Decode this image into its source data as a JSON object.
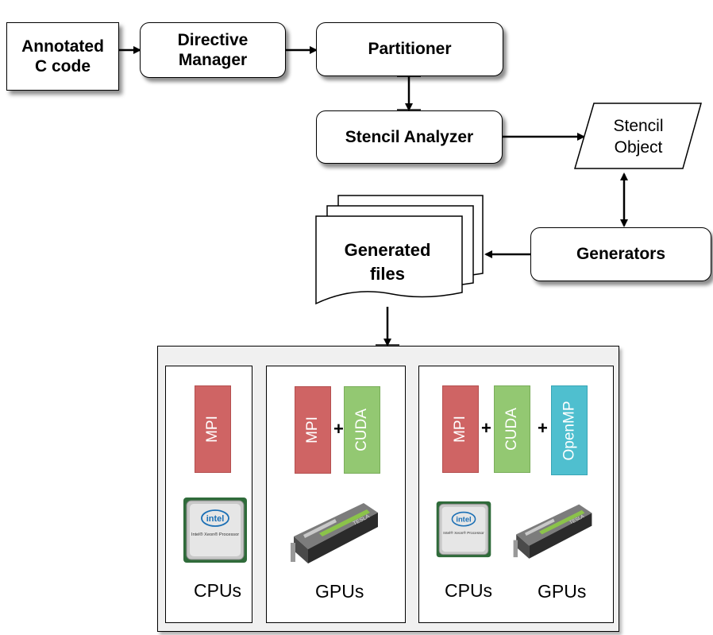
{
  "nodes": {
    "annotated_c_code": "Annotated\nC code",
    "directive_manager": "Directive\nManager",
    "partitioner": "Partitioner",
    "stencil_analyzer": "Stencil Analyzer",
    "stencil_object": "Stencil\nObject",
    "generators": "Generators",
    "generated_files": "Generated\nfiles"
  },
  "targets": {
    "cpu_panel": {
      "tags": [
        "MPI"
      ],
      "labels": [
        "CPUs"
      ]
    },
    "gpu_panel": {
      "tags": [
        "MPI",
        "CUDA"
      ],
      "plus": "+",
      "labels": [
        "GPUs"
      ]
    },
    "hybrid_panel": {
      "tags": [
        "MPI",
        "CUDA",
        "OpenMP"
      ],
      "plus": "+",
      "labels": [
        "CPUs",
        "GPUs"
      ]
    }
  },
  "chip": {
    "brand": "intel",
    "caption": "Intel® Xeon® Processor"
  },
  "gpu": {
    "brand": "TESLA"
  },
  "colors": {
    "mpi": "#cf6464",
    "cuda": "#93c872",
    "openmp": "#4fbfcf"
  }
}
